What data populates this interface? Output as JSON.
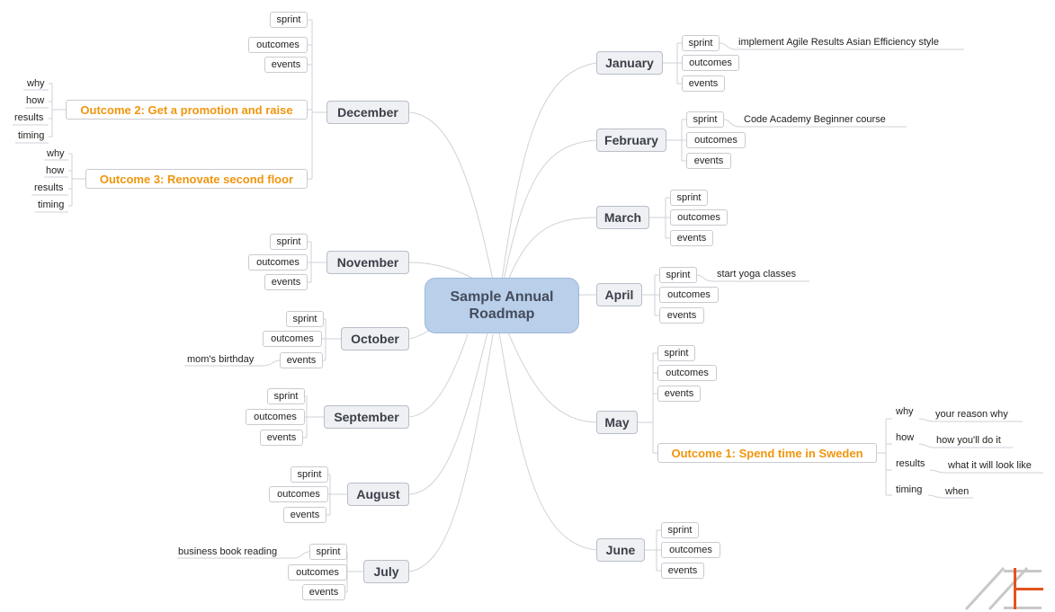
{
  "root": {
    "line1": "Sample Annual",
    "line2": "Roadmap"
  },
  "months": {
    "january": "January",
    "february": "February",
    "march": "March",
    "april": "April",
    "may": "May",
    "june": "June",
    "july": "July",
    "august": "August",
    "september": "September",
    "october": "October",
    "november": "November",
    "december": "December"
  },
  "labels": {
    "sprint": "sprint",
    "outcomes": "outcomes",
    "events": "events",
    "why": "why",
    "how": "how",
    "results": "results",
    "timing": "timing"
  },
  "notes": {
    "january_sprint": "implement Agile Results Asian Efficiency style",
    "february_sprint": "Code Academy Beginner course",
    "april_sprint": "start yoga classes",
    "july_sprint": "business book reading",
    "october_events": "mom's birthday"
  },
  "outcomes": {
    "outcome1": {
      "title": "Outcome 1: Spend time in Sweden",
      "why": "your reason why",
      "how": "how you'll do it",
      "results": "what it will look like",
      "timing": "when"
    },
    "outcome2": {
      "title": "Outcome 2: Get a promotion and raise"
    },
    "outcome3": {
      "title": "Outcome 3: Renovate second floor"
    }
  },
  "colors": {
    "root_fill": "#b9cfea",
    "month_fill": "#eef0f4",
    "outcome_text": "#f0960e",
    "link": "#cfd2d8",
    "logo_orange": "#e2531f",
    "logo_gray": "#c8c8c8"
  }
}
